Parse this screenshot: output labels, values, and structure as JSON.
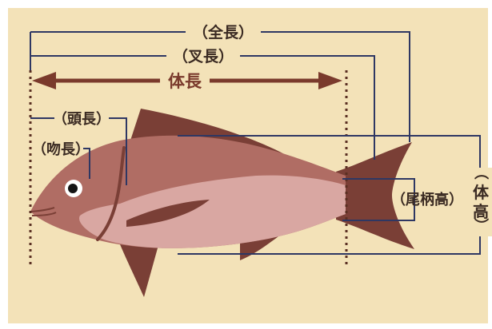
{
  "diagram": {
    "labels": {
      "total_length": "（全長）",
      "fork_length": "（叉長）",
      "body_length": "体長",
      "head_length": "（頭長）",
      "snout_length": "（吻長）",
      "caudal_peduncle_depth": "（尾柄高）",
      "body_depth_1": "（",
      "body_depth_2": "体",
      "body_depth_3": "高",
      "body_depth_4": "）"
    },
    "colors": {
      "background": "#f3e2b8",
      "fish_body": "#b06d64",
      "fish_belly": "#d9a7a2",
      "fish_dark": "#7a3f36",
      "line": "#2e3763",
      "arrow": "#7a3a2c",
      "dotted": "#5a2f22"
    }
  }
}
